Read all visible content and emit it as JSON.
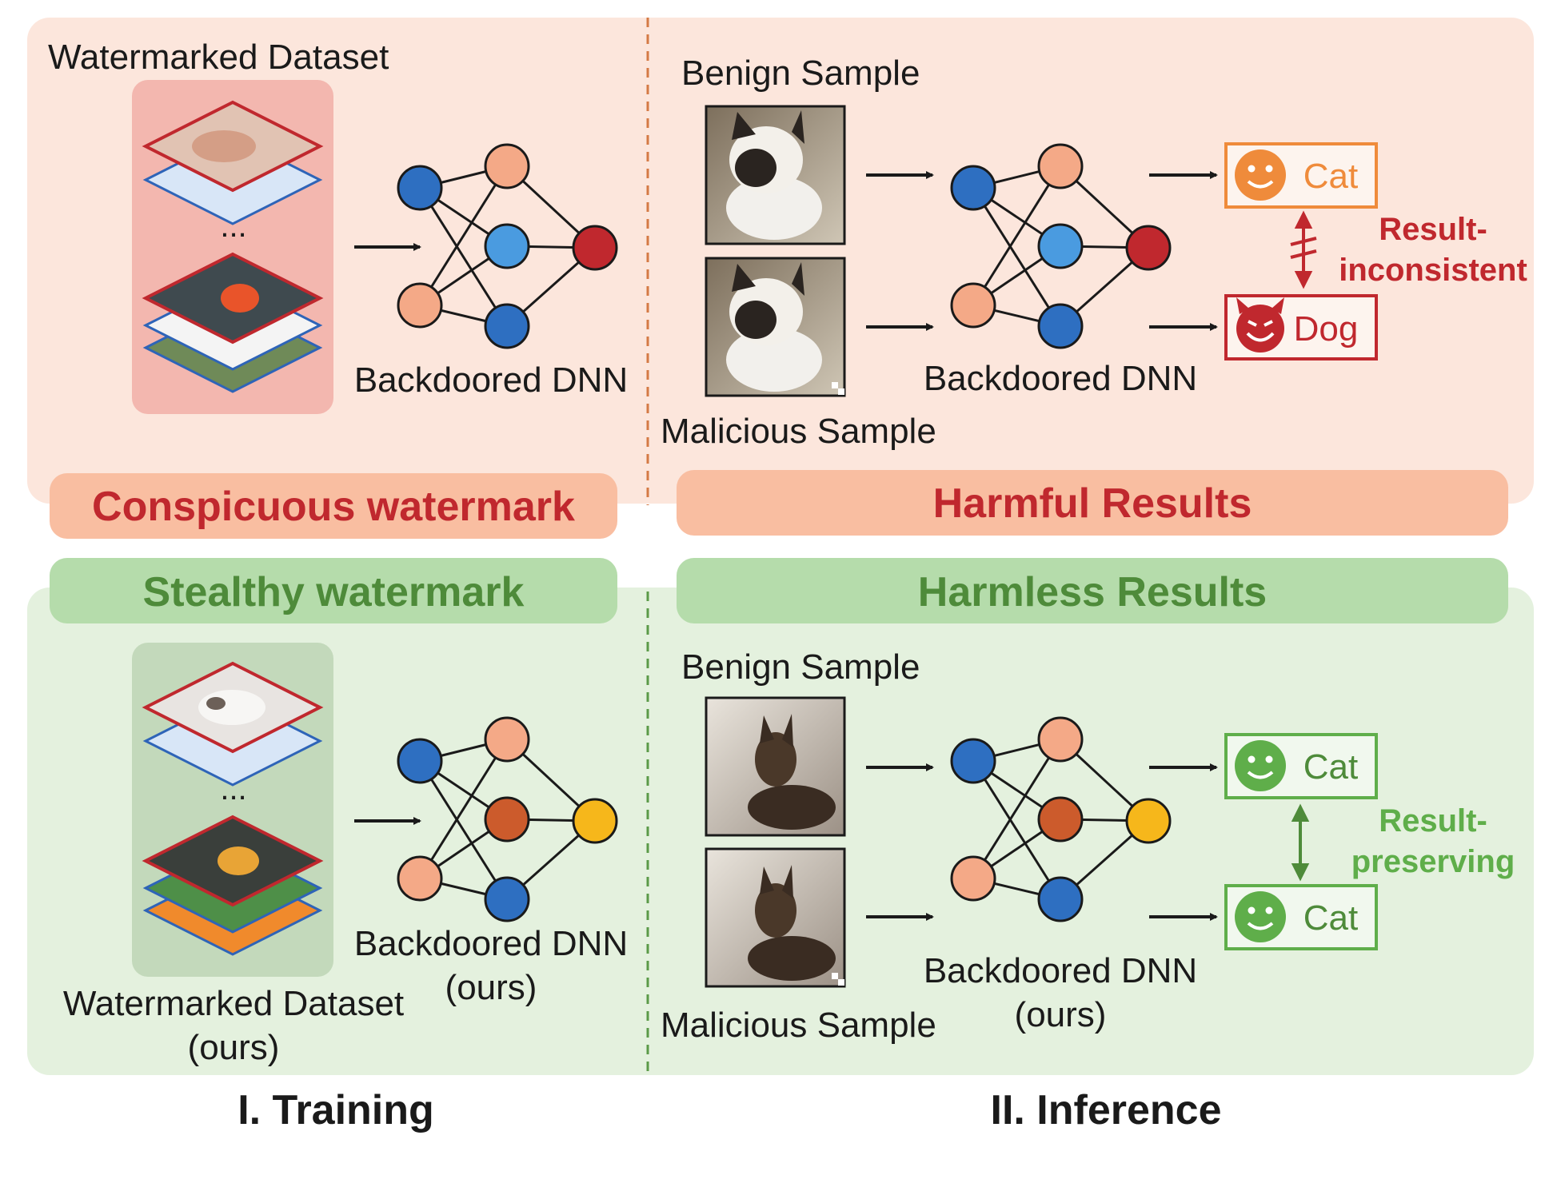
{
  "top": {
    "training": {
      "dataset_label": "Watermarked Dataset",
      "ellipsis": "...",
      "model_label": "Backdoored DNN",
      "banner": "Conspicuous watermark"
    },
    "inference": {
      "benign_label": "Benign Sample",
      "malicious_label": "Malicious Sample",
      "model_label": "Backdoored DNN",
      "output_benign": "Cat",
      "output_malicious": "Dog",
      "relation_line1": "Result-",
      "relation_line2": "inconsistent",
      "banner": "Harmful Results"
    }
  },
  "bottom": {
    "training": {
      "banner": "Stealthy watermark",
      "ellipsis": "...",
      "dataset_label_line1": "Watermarked Dataset",
      "dataset_label_line2": "(ours)",
      "model_label_line1": "Backdoored DNN",
      "model_label_line2": "(ours)"
    },
    "inference": {
      "banner": "Harmless Results",
      "benign_label": "Benign Sample",
      "malicious_label": "Malicious Sample",
      "model_label_line1": "Backdoored DNN",
      "model_label_line2": "(ours)",
      "output_benign": "Cat",
      "output_malicious": "Cat",
      "relation_line1": "Result-",
      "relation_line2": "preserving"
    }
  },
  "phases": {
    "training": "I. Training",
    "inference": "II. Inference"
  },
  "colors": {
    "harmful_panel": "#fce6dc",
    "harmful_banner": "#f9bea1",
    "harmful_text": "#c0282e",
    "harmless_panel": "#e4f1de",
    "harmless_banner": "#b5dcab",
    "harmless_text": "#4e8b3a",
    "node_blue": "#2e6fc1",
    "node_lightblue": "#4a9be0",
    "node_peach": "#f4a987",
    "node_red": "#c0282e",
    "node_rust": "#cc5b2c",
    "node_yellow": "#f6b71b",
    "orange_accent": "#ef8b3b",
    "green_accent": "#5fae4a"
  }
}
